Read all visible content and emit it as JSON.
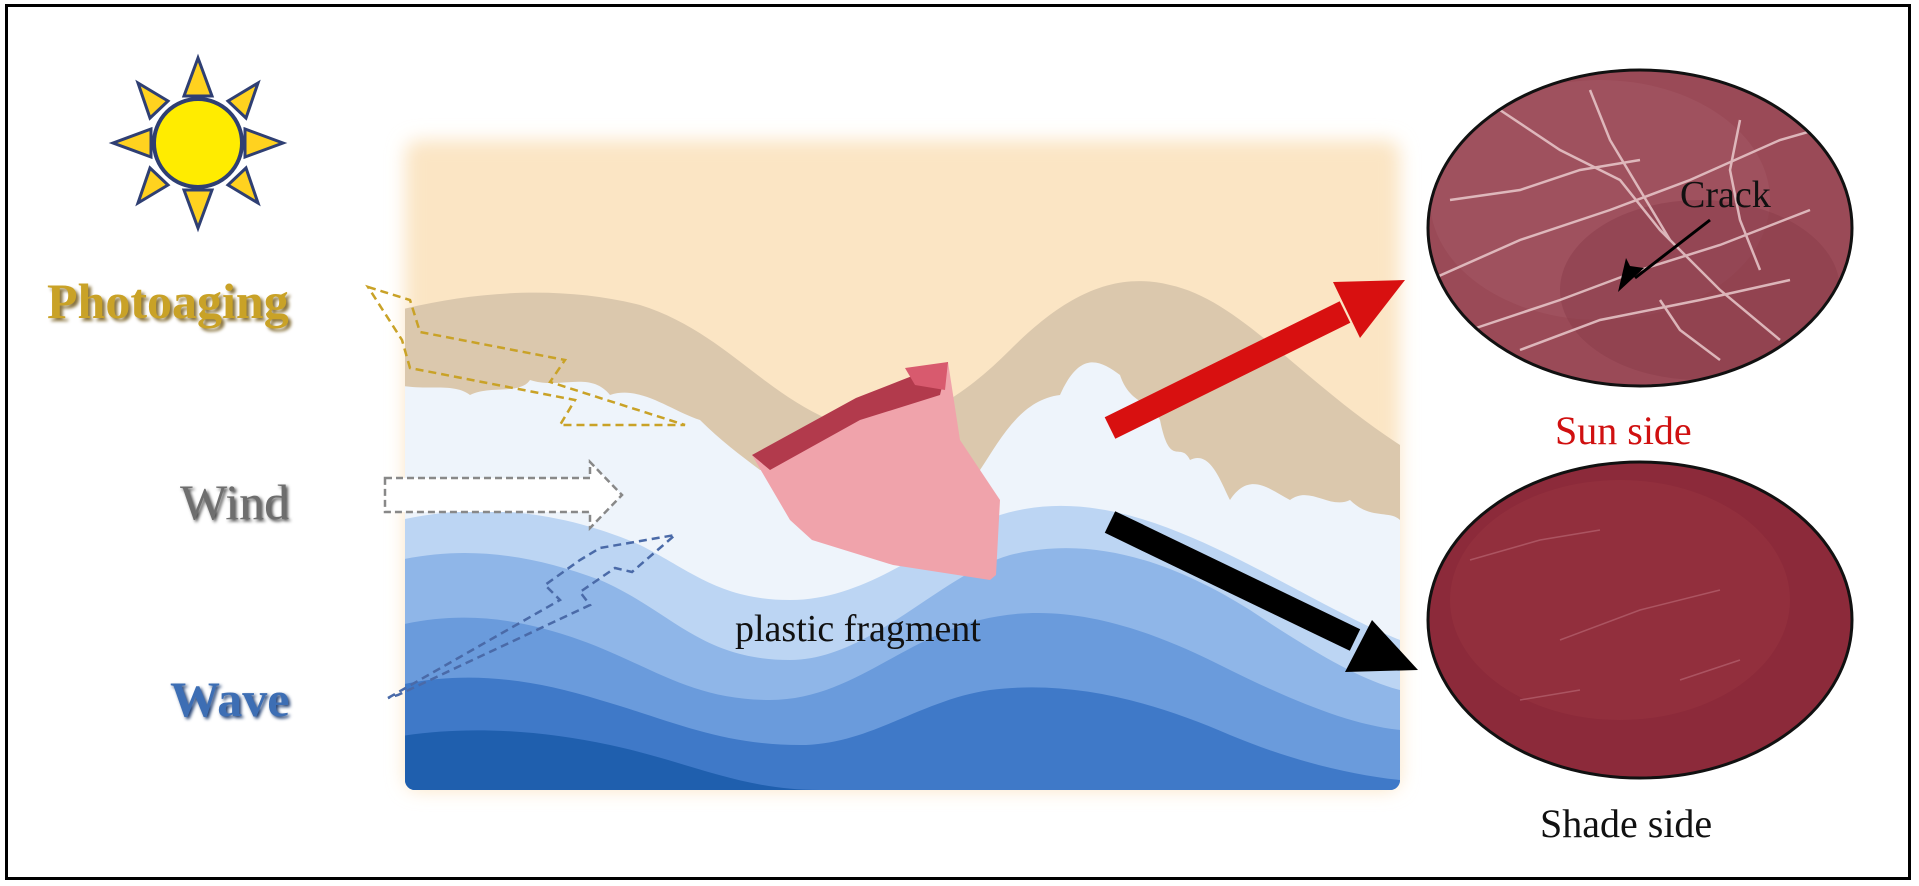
{
  "labels": {
    "photoaging": "Photoaging",
    "wind": "Wind",
    "wave": "Wave",
    "fragment": "plastic  fragment",
    "crack": "Crack",
    "sun_side": "Sun side",
    "shade_side": "Shade side"
  },
  "colors": {
    "photoaging": "#c9a227",
    "wind": "#6e6e6e",
    "wave": "#3d6eb4",
    "sun_side": "#d01010",
    "sun_arrow": "#d81010",
    "shade_arrow": "#000000",
    "sand": "#fbe5c4",
    "dune": "#dbc8ad",
    "fragment": "#f0a3ab",
    "surface_sun": "#9a4a57",
    "surface_shade": "#8c2a3a"
  },
  "icons": {
    "sun": "sun-icon",
    "photoaging": "lightning-arrow-icon",
    "wind": "outline-arrow-icon",
    "wave": "lightning-arrow-icon"
  }
}
